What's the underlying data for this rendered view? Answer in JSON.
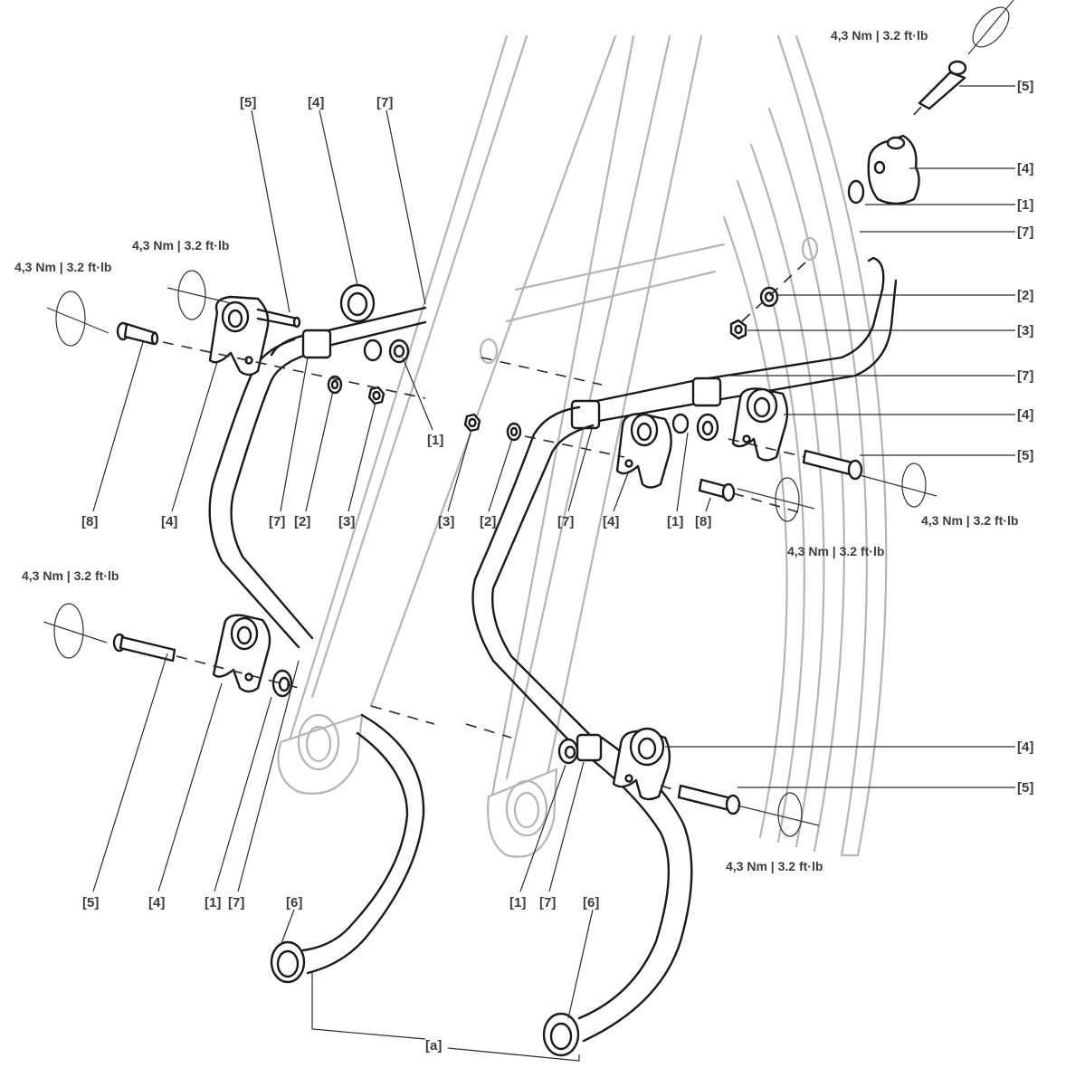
{
  "torque": "4,3 Nm | 3.2 ft·lb",
  "labels": {
    "p1": "[1]",
    "p2": "[2]",
    "p3": "[3]",
    "p4": "[4]",
    "p5": "[5]",
    "p6": "[6]",
    "p7": "[7]",
    "p8": "[8]",
    "a": "[a]"
  },
  "colors": {
    "part": "#1a1a1a",
    "frame": "#b4b4b4",
    "text": "#3c3c3c"
  }
}
